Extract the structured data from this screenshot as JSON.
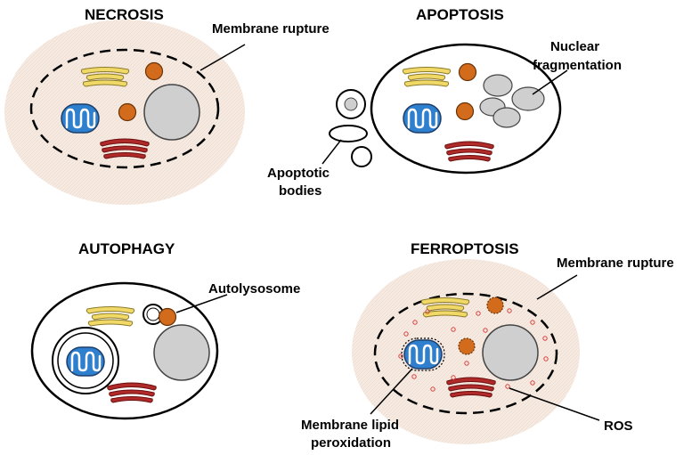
{
  "panels": {
    "necrosis": {
      "title": "NECROSIS",
      "labels": {
        "membrane_rupture": "Membrane rupture"
      }
    },
    "apoptosis": {
      "title": "APOPTOSIS",
      "labels": {
        "nuclear_fragmentation_1": "Nuclear",
        "nuclear_fragmentation_2": "fragmentation",
        "apoptotic_bodies_1": "Apoptotic",
        "apoptotic_bodies_2": "bodies"
      }
    },
    "autophagy": {
      "title": "AUTOPHAGY",
      "labels": {
        "autolysosome": "Autolysosome"
      }
    },
    "ferroptosis": {
      "title": "FERROPTOSIS",
      "labels": {
        "membrane_rupture": "Membrane rupture",
        "lipid_peroxidation_1": "Membrane lipid",
        "lipid_peroxidation_2": "peroxidation",
        "ros": "ROS"
      }
    }
  },
  "colors": {
    "halo": "#f6ebe3",
    "nucleus": "#cfcfcf",
    "mitochondrion": "#2f7fcf",
    "golgi": "#f1d968",
    "er": "#b02a2a",
    "lysosome": "#d26b1c",
    "ros": "#d64040"
  }
}
